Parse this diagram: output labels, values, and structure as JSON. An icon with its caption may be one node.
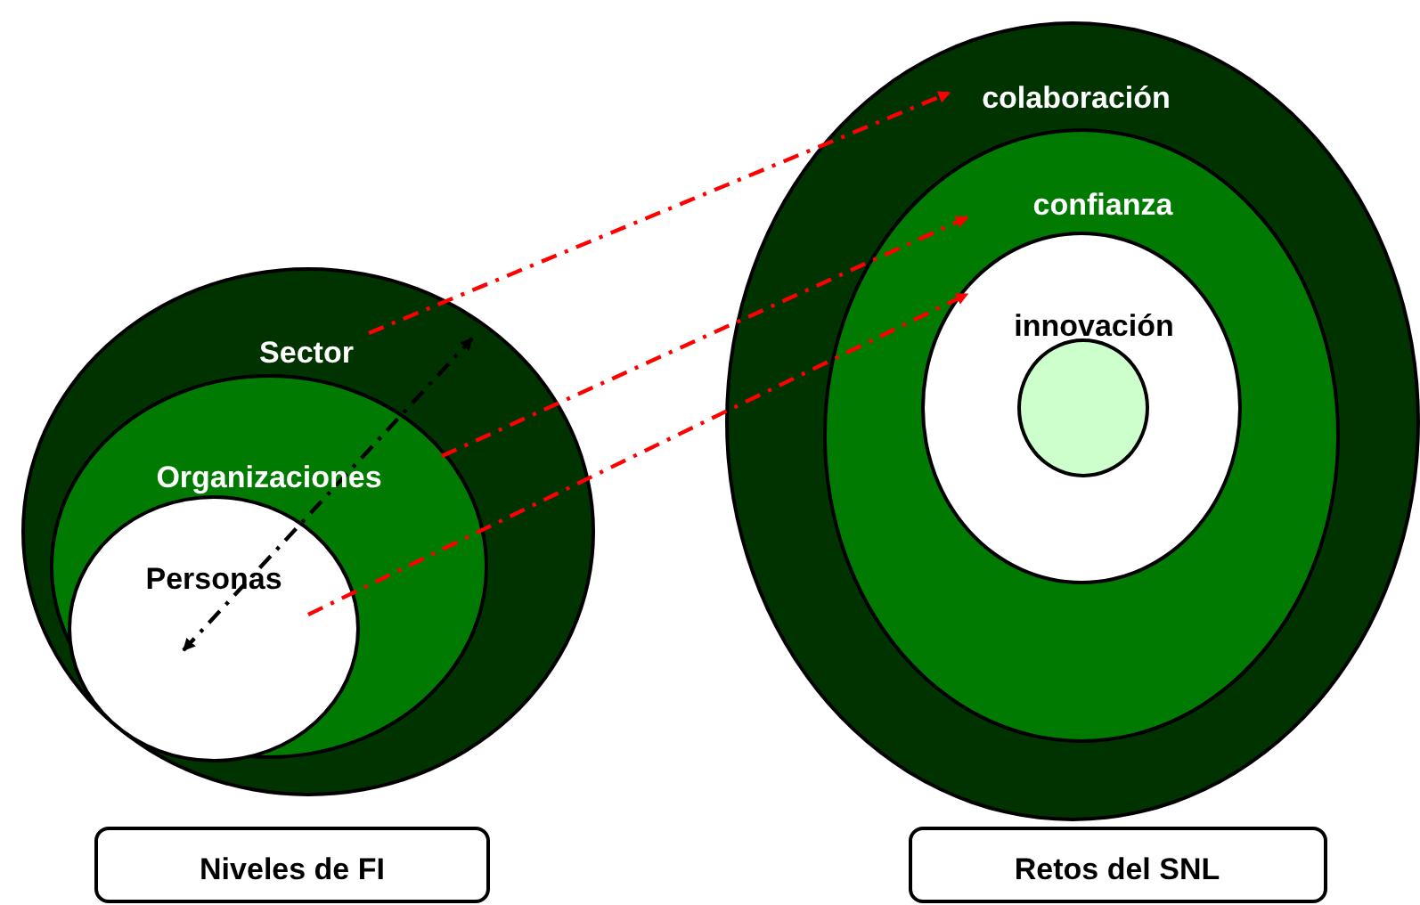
{
  "diagram": {
    "nodes": [
      {
        "text": [
          "Sector"
        ]
      },
      {
        "text": [
          "Organizaciones"
        ],
        "in": 0
      },
      {
        "text": [
          "Personas"
        ],
        "in": 1
      },
      {
        "text": [
          "colaboración"
        ]
      },
      {
        "text": [
          "confianza"
        ],
        "in": 3
      },
      {
        "text": [
          "innovación"
        ],
        "in": 4
      },
      {
        "text": [],
        "shape": "circle",
        "in": 5
      },
      {
        "text": [
          "Niveles de FI"
        ]
      },
      {
        "text": [
          "Retos del SNL"
        ]
      }
    ],
    "edges": [
      {
        "from": 0,
        "to": 3,
        "arrow": "to",
        "style": "dashed"
      },
      {
        "from": 1,
        "to": 4,
        "arrow": "to",
        "style": "dashed"
      },
      {
        "from": 2,
        "to": 5,
        "arrow": "to",
        "style": "dashed"
      },
      {
        "from": 2,
        "to": 0,
        "arrow": "both",
        "style": "dashed",
        "color": "#000000"
      }
    ]
  }
}
